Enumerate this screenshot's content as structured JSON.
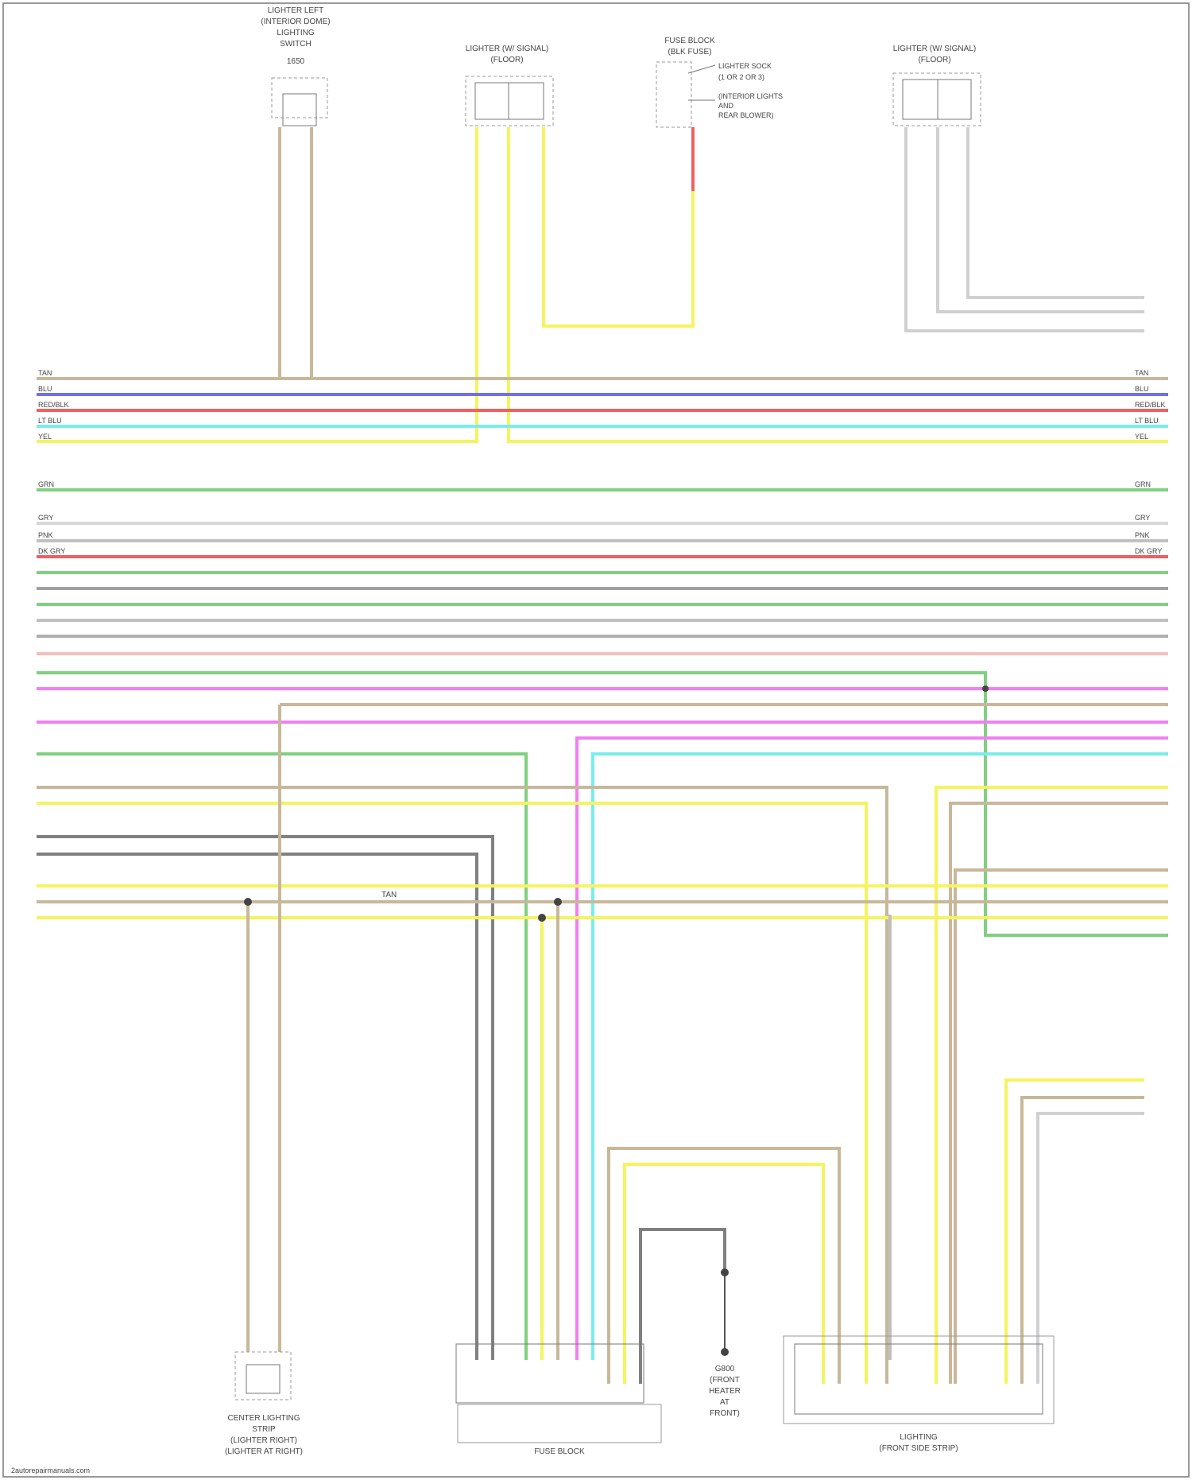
{
  "diagram": {
    "components": [
      {
        "key": "left_dome",
        "title_lines": [
          "LIGHTER LEFT",
          "(INTERIOR DOME)",
          "LIGHTING",
          "SWITCH",
          "1650"
        ]
      },
      {
        "key": "lighter_center",
        "title_lines": [
          "LIGHTER (W/ SIGNAL)",
          "(FLOOR)"
        ]
      },
      {
        "key": "fuse_block",
        "title_lines": [
          "FUSE BLOCK",
          "(BLK FUSE)"
        ],
        "notes": [
          "LIGHTER SOCK",
          "(1 OR 2 OR 3)",
          "(INTERIOR LIGHTS",
          "AND",
          "REAR BLOWER)"
        ]
      },
      {
        "key": "lighter_right",
        "title_lines": [
          "LIGHTER (W/ SIGNAL)",
          "(FLOOR)"
        ]
      },
      {
        "key": "bottom_left",
        "title_lines": [
          "CENTER LIGHTING",
          "STRIP",
          "(LIGHTER RIGHT)",
          "(LIGHTER AT RIGHT)"
        ]
      },
      {
        "key": "bottom_mid",
        "title_lines": [
          "FUSE BLOCK"
        ]
      },
      {
        "key": "ground",
        "title_lines": [
          "G800",
          "(FRONT",
          "HEATER",
          "AT",
          "FRONT)"
        ]
      },
      {
        "key": "bottom_right",
        "title_lines": [
          "LIGHTING",
          "(FRONT SIDE STRIP)"
        ]
      }
    ],
    "wires": [
      {
        "color": "#c8b89a",
        "label": "TAN"
      },
      {
        "color": "#7070e8",
        "label": "BLU"
      },
      {
        "color": "#f06060",
        "label": "RED/BLK"
      },
      {
        "color": "#7aecec",
        "label": "LT BLU"
      },
      {
        "color": "#f4f460",
        "label": "YEL"
      },
      {
        "color": "#80d080",
        "label": "GRN"
      },
      {
        "color": "#b0b0b0",
        "label": "GRY"
      },
      {
        "color": "#f080f0",
        "label": "PNK"
      },
      {
        "color": "#808080",
        "label": "DK GRY"
      }
    ],
    "mid_label": "TAN",
    "footer": "2autorepairmanuals.com"
  }
}
